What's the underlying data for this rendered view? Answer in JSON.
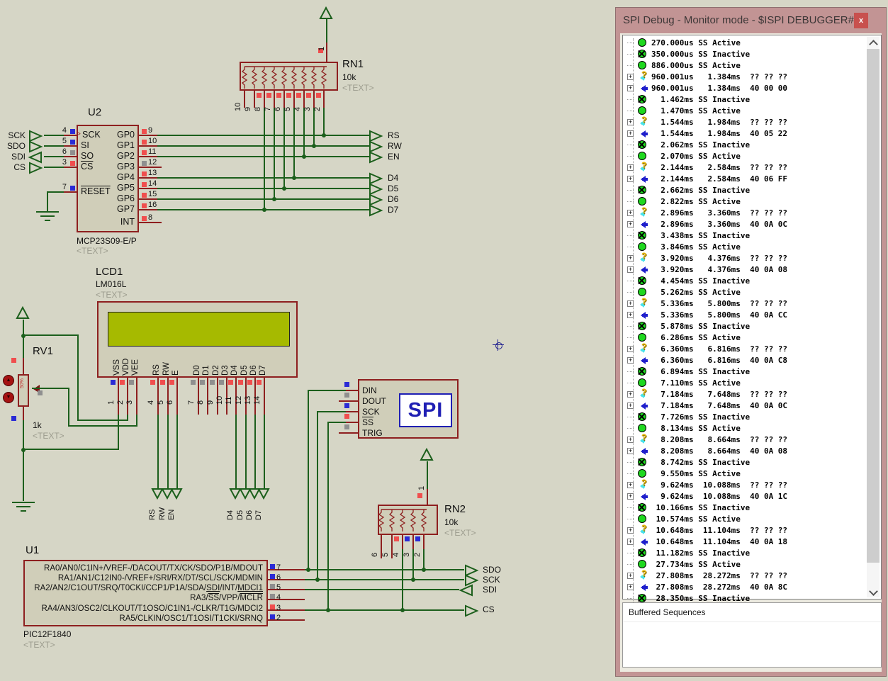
{
  "window": {
    "title": "SPI Debug - Monitor mode - $ISPI DEBUGGER#...",
    "close": "x",
    "buffered_label": "Buffered Sequences"
  },
  "debug_rows": [
    {
      "t": "a",
      "s": "270.000us SS Active"
    },
    {
      "t": "i",
      "s": "350.000us SS Inactive"
    },
    {
      "t": "a",
      "s": "886.000us SS Active"
    },
    {
      "t": "q",
      "s": "960.001us   1.384ms  ?? ?? ??"
    },
    {
      "t": "d",
      "s": "960.001us   1.384ms  40 00 00"
    },
    {
      "t": "i",
      "s": "  1.462ms SS Inactive"
    },
    {
      "t": "a",
      "s": "  1.470ms SS Active"
    },
    {
      "t": "q",
      "s": "  1.544ms   1.984ms  ?? ?? ??"
    },
    {
      "t": "d",
      "s": "  1.544ms   1.984ms  40 05 22"
    },
    {
      "t": "i",
      "s": "  2.062ms SS Inactive"
    },
    {
      "t": "a",
      "s": "  2.070ms SS Active"
    },
    {
      "t": "q",
      "s": "  2.144ms   2.584ms  ?? ?? ??"
    },
    {
      "t": "d",
      "s": "  2.144ms   2.584ms  40 06 FF"
    },
    {
      "t": "i",
      "s": "  2.662ms SS Inactive"
    },
    {
      "t": "a",
      "s": "  2.822ms SS Active"
    },
    {
      "t": "q",
      "s": "  2.896ms   3.360ms  ?? ?? ??"
    },
    {
      "t": "d",
      "s": "  2.896ms   3.360ms  40 0A 0C"
    },
    {
      "t": "i",
      "s": "  3.438ms SS Inactive"
    },
    {
      "t": "a",
      "s": "  3.846ms SS Active"
    },
    {
      "t": "q",
      "s": "  3.920ms   4.376ms  ?? ?? ??"
    },
    {
      "t": "d",
      "s": "  3.920ms   4.376ms  40 0A 08"
    },
    {
      "t": "i",
      "s": "  4.454ms SS Inactive"
    },
    {
      "t": "a",
      "s": "  5.262ms SS Active"
    },
    {
      "t": "q",
      "s": "  5.336ms   5.800ms  ?? ?? ??"
    },
    {
      "t": "d",
      "s": "  5.336ms   5.800ms  40 0A CC"
    },
    {
      "t": "i",
      "s": "  5.878ms SS Inactive"
    },
    {
      "t": "a",
      "s": "  6.286ms SS Active"
    },
    {
      "t": "q",
      "s": "  6.360ms   6.816ms  ?? ?? ??"
    },
    {
      "t": "d",
      "s": "  6.360ms   6.816ms  40 0A C8"
    },
    {
      "t": "i",
      "s": "  6.894ms SS Inactive"
    },
    {
      "t": "a",
      "s": "  7.110ms SS Active"
    },
    {
      "t": "q",
      "s": "  7.184ms   7.648ms  ?? ?? ??"
    },
    {
      "t": "d",
      "s": "  7.184ms   7.648ms  40 0A 0C"
    },
    {
      "t": "i",
      "s": "  7.726ms SS Inactive"
    },
    {
      "t": "a",
      "s": "  8.134ms SS Active"
    },
    {
      "t": "q",
      "s": "  8.208ms   8.664ms  ?? ?? ??"
    },
    {
      "t": "d",
      "s": "  8.208ms   8.664ms  40 0A 08"
    },
    {
      "t": "i",
      "s": "  8.742ms SS Inactive"
    },
    {
      "t": "a",
      "s": "  9.550ms SS Active"
    },
    {
      "t": "q",
      "s": "  9.624ms  10.088ms  ?? ?? ??"
    },
    {
      "t": "d",
      "s": "  9.624ms  10.088ms  40 0A 1C"
    },
    {
      "t": "i",
      "s": " 10.166ms SS Inactive"
    },
    {
      "t": "a",
      "s": " 10.574ms SS Active"
    },
    {
      "t": "q",
      "s": " 10.648ms  11.104ms  ?? ?? ??"
    },
    {
      "t": "d",
      "s": " 10.648ms  11.104ms  40 0A 18"
    },
    {
      "t": "i",
      "s": " 11.182ms SS Inactive"
    },
    {
      "t": "a",
      "s": " 27.734ms SS Active"
    },
    {
      "t": "q",
      "s": " 27.808ms  28.272ms  ?? ?? ??"
    },
    {
      "t": "d",
      "s": " 27.808ms  28.272ms  40 0A 8C"
    },
    {
      "t": "i",
      "s": " 28.350ms SS Inactive"
    }
  ],
  "schematic": {
    "u2": {
      "ref": "U2",
      "value": "MCP23S09-E/P",
      "text": "<TEXT>",
      "left_pins": [
        {
          "n": "4",
          "l": "SCK",
          "sq": "b",
          "ol": false
        },
        {
          "n": "5",
          "l": "SI",
          "sq": "b",
          "ol": false
        },
        {
          "n": "6",
          "l": "SO",
          "sq": "g",
          "ol": false
        },
        {
          "n": "3",
          "l": "CS",
          "sq": "r",
          "ol": true
        },
        {
          "n": "7",
          "l": "RESET",
          "sq": "b",
          "ol": true
        }
      ],
      "right_pins": [
        {
          "n": "9",
          "l": "GP0",
          "sq": "r"
        },
        {
          "n": "10",
          "l": "GP1",
          "sq": "r"
        },
        {
          "n": "11",
          "l": "GP2",
          "sq": "r"
        },
        {
          "n": "12",
          "l": "GP3",
          "sq": "g"
        },
        {
          "n": "13",
          "l": "GP4",
          "sq": "r"
        },
        {
          "n": "14",
          "l": "GP5",
          "sq": "r"
        },
        {
          "n": "15",
          "l": "GP6",
          "sq": "r"
        },
        {
          "n": "16",
          "l": "GP7",
          "sq": "r"
        },
        {
          "n": "8",
          "l": "INT",
          "sq": "r"
        }
      ]
    },
    "rn1": {
      "ref": "RN1",
      "value": "10k",
      "text": "<TEXT>",
      "top_pin": "1",
      "pins": [
        "10",
        "9",
        "8",
        "7",
        "6",
        "5",
        "4",
        "3",
        "2"
      ]
    },
    "rn2": {
      "ref": "RN2",
      "value": "10k",
      "text": "<TEXT>",
      "top_pin": "1",
      "pins": [
        "6",
        "5",
        "4",
        "3",
        "2"
      ]
    },
    "lcd": {
      "ref": "LCD1",
      "value": "LM016L",
      "text": "<TEXT>",
      "pins": [
        {
          "n": "1",
          "l": "VSS",
          "sq": "b"
        },
        {
          "n": "2",
          "l": "VDD",
          "sq": "r"
        },
        {
          "n": "3",
          "l": "VEE",
          "sq": "g"
        },
        {
          "n": "4",
          "l": "RS",
          "sq": "r"
        },
        {
          "n": "5",
          "l": "RW",
          "sq": "r"
        },
        {
          "n": "6",
          "l": "E",
          "sq": "r"
        },
        {
          "n": "7",
          "l": "D0",
          "sq": "g"
        },
        {
          "n": "8",
          "l": "D1",
          "sq": "g"
        },
        {
          "n": "9",
          "l": "D2",
          "sq": "g"
        },
        {
          "n": "10",
          "l": "D3",
          "sq": "g"
        },
        {
          "n": "11",
          "l": "D4",
          "sq": "r"
        },
        {
          "n": "12",
          "l": "D5",
          "sq": "r"
        },
        {
          "n": "13",
          "l": "D6",
          "sq": "r"
        },
        {
          "n": "14",
          "l": "D7",
          "sq": "r"
        }
      ]
    },
    "rv1": {
      "ref": "RV1",
      "value": "1k",
      "text": "<TEXT>",
      "pct": "50%",
      "up_glyph": "▲",
      "down_glyph": "▼"
    },
    "probe": {
      "label": "SPI",
      "pins": [
        {
          "l": "DIN",
          "sq": "b",
          "ol": false
        },
        {
          "l": "DOUT",
          "sq": "g",
          "ol": false
        },
        {
          "l": "SCK",
          "sq": "b",
          "ol": false
        },
        {
          "l": "SS",
          "sq": "r",
          "ol": true
        },
        {
          "l": "TRIG",
          "sq": "g",
          "ol": false
        }
      ]
    },
    "u1": {
      "ref": "U1",
      "value": "PIC12F1840",
      "text": "<TEXT>",
      "pins": [
        {
          "n": "7",
          "sq": "b",
          "parts": [
            {
              "t": "RA0/AN0/C1IN+/VREF-/DACOUT/TX/CK/SDO/P1B/MDOUT"
            }
          ]
        },
        {
          "n": "6",
          "sq": "b",
          "parts": [
            {
              "t": "RA1/AN1/C12IN0-/VREF+/SRI/RX/DT/SCL/SCK/MDMIN"
            }
          ]
        },
        {
          "n": "5",
          "sq": "g",
          "parts": [
            {
              "t": "RA2/AN2/C1OUT/SRQ/T0CKI/CCP1/P1A/SDA/"
            },
            {
              "t": "SDI",
              "ul": 1
            },
            {
              "t": "/INT/"
            },
            {
              "t": "MDCI1",
              "ul": 1
            }
          ]
        },
        {
          "n": "4",
          "sq": "g",
          "parts": [
            {
              "t": "RA3/"
            },
            {
              "t": "SS",
              "ol": 1
            },
            {
              "t": "/VPP/"
            },
            {
              "t": "MCLR",
              "ol": 1
            }
          ]
        },
        {
          "n": "3",
          "sq": "r",
          "parts": [
            {
              "t": "RA4/AN3/OSC2/CLKOUT/T1OSO/C1IN1-/CLKR/T1G/MDCI2"
            }
          ]
        },
        {
          "n": "2",
          "sq": "b",
          "parts": [
            {
              "t": "RA5/CLKIN/OSC1/T1OSI/T1CKI/SRNQ"
            }
          ]
        }
      ]
    },
    "terminals": {
      "left": [
        "SCK",
        "SDO",
        "SDI",
        "CS"
      ],
      "mid": [
        "RS",
        "RW",
        "EN",
        "D4",
        "D5",
        "D6",
        "D7"
      ],
      "lcd": [
        "RS",
        "RW",
        "EN",
        "D4",
        "D5",
        "D6",
        "D7"
      ],
      "right": [
        "SDO",
        "SCK",
        "SDI",
        "CS"
      ]
    }
  }
}
